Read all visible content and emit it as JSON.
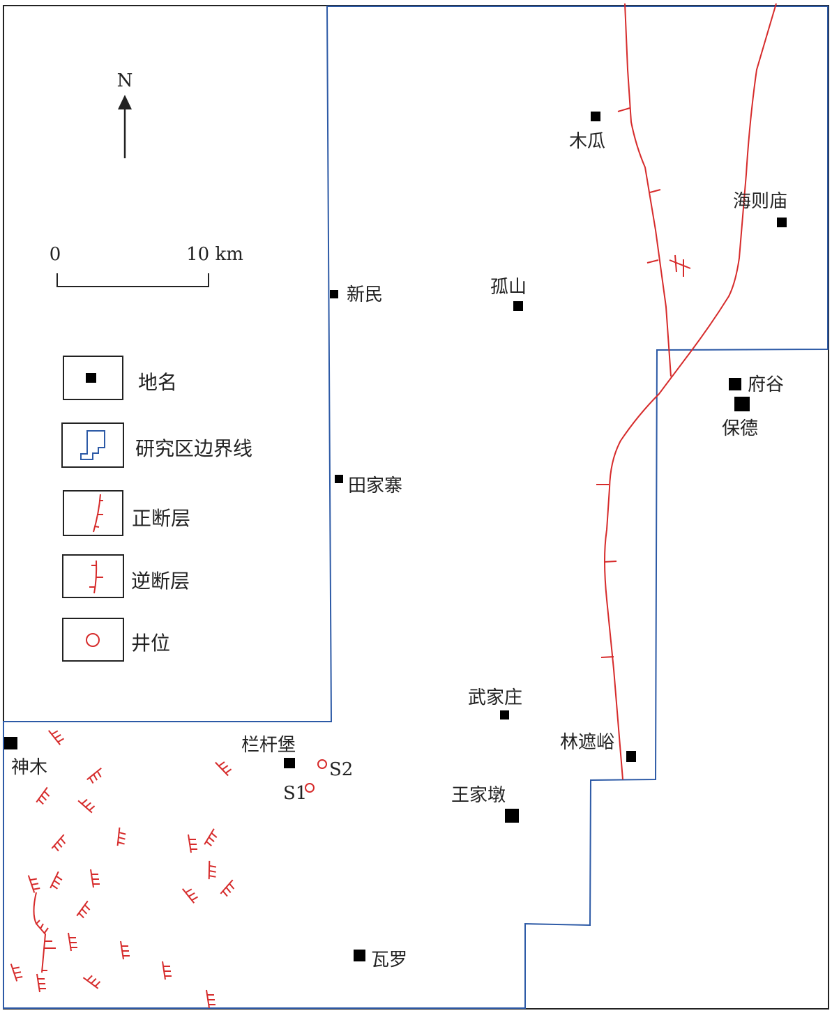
{
  "north": {
    "label": "N"
  },
  "scale": {
    "start": "0",
    "end": "10 km"
  },
  "legend": [
    {
      "symbol": "place-square",
      "label": "地名"
    },
    {
      "symbol": "study-boundary",
      "label": "研究区边界线"
    },
    {
      "symbol": "normal-fault",
      "label": "正断层"
    },
    {
      "symbol": "reverse-fault",
      "label": "逆断层"
    },
    {
      "symbol": "well-circle",
      "label": "井位"
    }
  ],
  "places": {
    "mugua": "木瓜",
    "haizemiao": "海则庙",
    "xinmin": "新民",
    "gushan": "孤山",
    "fugu": "府谷",
    "baode": "保德",
    "tianjiazhai": "田家寨",
    "wujiazhuang": "武家庄",
    "linzheyu": "林遮峪",
    "wangjiadun": "王家墩",
    "langanbao": "栏杆堡",
    "shenmu": "神木",
    "waluo": "瓦罗"
  },
  "wells": {
    "s1": "S1",
    "s2": "S2"
  },
  "colors": {
    "boundary": "#2d5aa6",
    "fault": "#d62b2b",
    "frame": "#222222",
    "marker": "#000000"
  }
}
